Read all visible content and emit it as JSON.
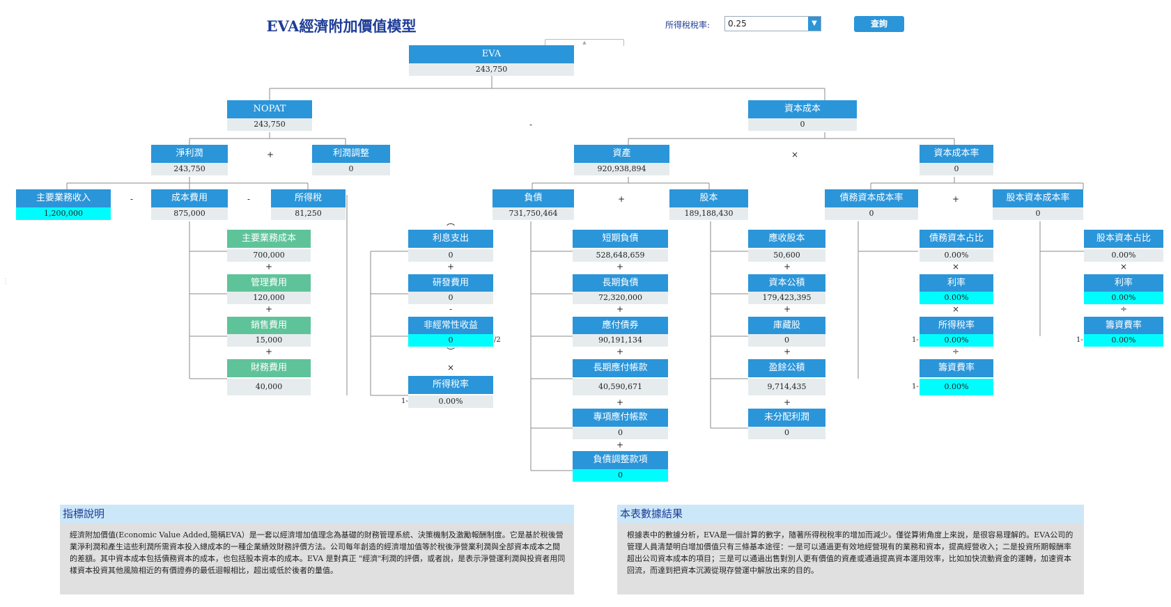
{
  "title": "EVA經濟附加價值模型",
  "tax": {
    "label": "所得稅稅率:",
    "value": "0.25",
    "arrow": "▼"
  },
  "query_label": "查詢",
  "collapse": "▲",
  "handle": "⋮",
  "nodes": {
    "eva": {
      "label": "EVA",
      "value": "243,750"
    },
    "nopat": {
      "label": "NOPAT",
      "value": "243,750"
    },
    "capital_cost": {
      "label": "資本成本",
      "value": "0"
    },
    "net_profit": {
      "label": "淨利潤",
      "value": "243,750"
    },
    "profit_adj": {
      "label": "利潤調整",
      "value": "0"
    },
    "assets": {
      "label": "資產",
      "value": "920,938,894"
    },
    "capital_cost_rate": {
      "label": "資本成本率",
      "value": "0"
    },
    "main_revenue": {
      "label": "主要業務收入",
      "value": "1,200,000"
    },
    "cost_expense": {
      "label": "成本費用",
      "value": "875,000"
    },
    "income_tax": {
      "label": "所得稅",
      "value": "81,250"
    },
    "liabilities": {
      "label": "負債",
      "value": "731,750,464"
    },
    "equity": {
      "label": "股本",
      "value": "189,188,430"
    },
    "debt_rate": {
      "label": "債務資本成本率",
      "value": "0"
    },
    "equity_rate": {
      "label": "股本資本成本率",
      "value": "0"
    },
    "main_cost": {
      "label": "主要業務成本",
      "value": "700,000"
    },
    "admin_exp": {
      "label": "管理費用",
      "value": "120,000"
    },
    "sales_exp": {
      "label": "銷售費用",
      "value": "15,000"
    },
    "fin_exp": {
      "label": "財務費用",
      "value": "40,000"
    },
    "interest": {
      "label": "利息支出",
      "value": "0"
    },
    "rnd": {
      "label": "研發費用",
      "value": "0"
    },
    "nonrecurring": {
      "label": "非經常性收益",
      "value": "0"
    },
    "tax_rate": {
      "label": "所得稅率",
      "value": "0.00%"
    },
    "st_debt": {
      "label": "短期負債",
      "value": "528,648,659"
    },
    "lt_debt": {
      "label": "長期負債",
      "value": "72,320,000"
    },
    "bonds": {
      "label": "應付債券",
      "value": "90,191,134"
    },
    "lt_payable": {
      "label": "長期應付帳款",
      "value": "40,590,671"
    },
    "special_payable": {
      "label": "專項應付帳款",
      "value": "0"
    },
    "debt_adj": {
      "label": "負債調整款項",
      "value": "0"
    },
    "share_cap": {
      "label": "應收股本",
      "value": "50,600"
    },
    "cap_reserve": {
      "label": "資本公積",
      "value": "179,423,395"
    },
    "treasury": {
      "label": "庫藏股",
      "value": "0"
    },
    "surplus": {
      "label": "盈餘公積",
      "value": "9,714,435"
    },
    "retained": {
      "label": "未分配利潤",
      "value": "0"
    },
    "debt_ratio": {
      "label": "債務資本占比",
      "value": "0.00%"
    },
    "debt_interest": {
      "label": "利率",
      "value": "0.00%"
    },
    "debt_tax": {
      "label": "所得稅率",
      "value": "0.00%"
    },
    "debt_fin_rate": {
      "label": "籌資費率",
      "value": "0.00%"
    },
    "eq_ratio": {
      "label": "股本資本占比",
      "value": "0.00%"
    },
    "eq_interest": {
      "label": "利率",
      "value": "0.00%"
    },
    "eq_fin_rate": {
      "label": "籌資費率",
      "value": "0.00%"
    }
  },
  "ops": {
    "minus": "-",
    "plus": "+",
    "times": "×",
    "divide": "÷",
    "one_minus": "1-",
    "half": "/2",
    "paren_open": "︵",
    "paren_close": "︶"
  },
  "panels": {
    "left_title": "指標說明",
    "left_text": "經濟附加價值(Economic Value Added,簡稱EVA）是一套以經濟增加值理念為基礎的財務管理系統、決策機制及激勵報酬制度。它是基於稅後營業淨利潤和產生這些利潤所需資本投入總成本的一種企業績效財務評價方法。公司每年創造的經濟增加值等於稅後淨營業利潤與全部資本成本之間的差額。其中資本成本包括債務資本的成本，也包括股本資本的成本。EVA 是對真正 \"經濟\"利潤的評價，或者說，是表示淨營運利潤與投資者用同樣資本投資其他風險相近的有價證券的最低迴報相比，超出或低於後者的量值。",
    "right_title": "本表數據結果",
    "right_text": "根據表中的數據分析，EVA是一個計算的數字，隨著所得稅稅率的增加而減少。僅從算術角度上來說，是很容易理解的。EVA公司的管理人員清楚明白增加價值只有三條基本途徑：一是可以通過更有效地經營現有的業務和資本，提高經營收入；二是投資所期報酬率超出公司資本成本的項目；三是可以通過出售對別人更有價值的資產或通過提高資本運用效率，比如加快流動資金的運轉，加速資本回流，而達到把資本沉澱從現存營運中解放出來的目的。"
  }
}
